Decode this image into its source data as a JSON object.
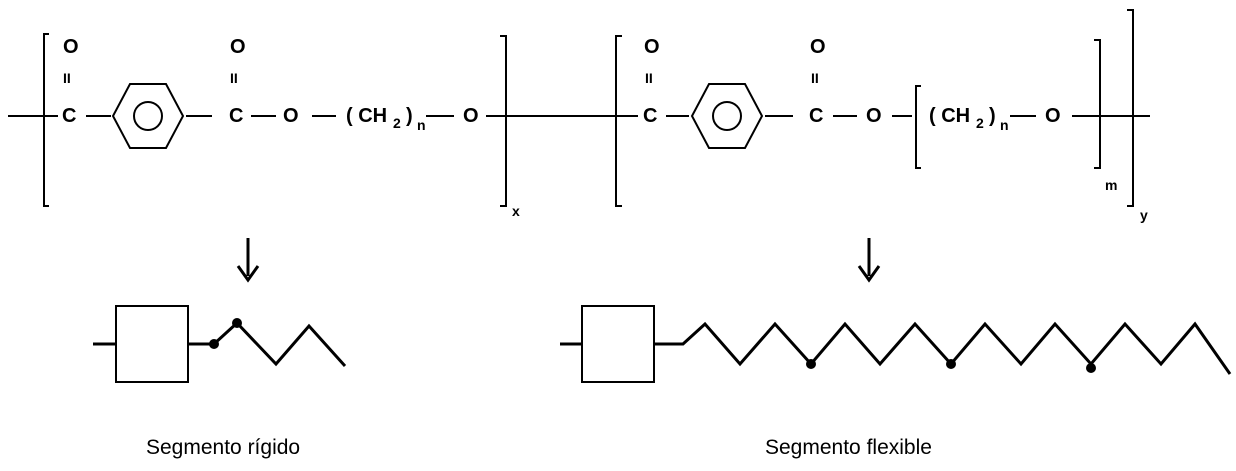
{
  "formula": {
    "oxygen_label": "O",
    "carbon_label": "C",
    "double_bond_mark": "II",
    "ch2_open": "( CH",
    "ch2_sub": "2",
    "ch2_close": ")",
    "n_sub": "n",
    "x_sub": "x",
    "y_sub": "y",
    "m_sub": "m"
  },
  "captions": {
    "rigid": "Segmento rígido",
    "flexible": "Segmento flexible"
  }
}
